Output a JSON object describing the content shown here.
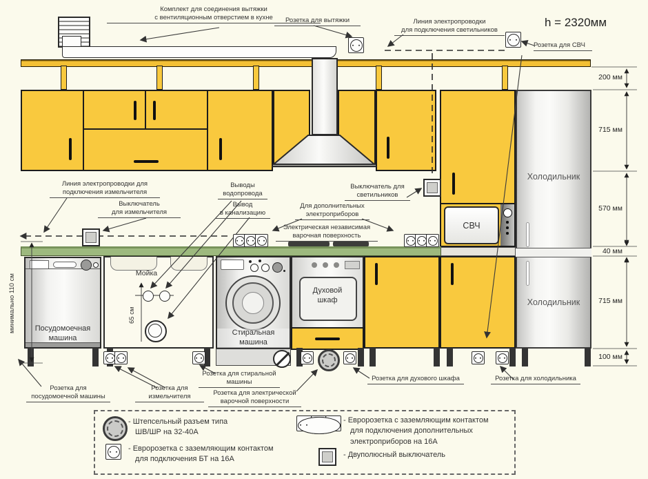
{
  "colors": {
    "cabinet": "#F9C93E",
    "countertop": "#9DB97E",
    "background": "#FBFAEC",
    "outline": "#1c1c1c",
    "appliance_gray": "#E9E9E7",
    "text": "#333333"
  },
  "header": {
    "total_height": "h = 2320мм"
  },
  "annotations": {
    "hood_kit": [
      "Комплект для соединения вытяжки",
      "с вентиляционным отверстием в кухне"
    ],
    "hood_socket": [
      "Розетка для вытяжки"
    ],
    "lights_wiring": [
      "Линия электропроводки",
      "для подключения светильников"
    ],
    "microwave_socket": [
      "Розетка для СВЧ"
    ],
    "grinder_wiring": [
      "Линия электропроводки для",
      "подключения измельчителя"
    ],
    "grinder_switch": [
      "Выключатель",
      "для измельчителя"
    ],
    "water_outlets": [
      "Выводы",
      "водопровода"
    ],
    "drain_outlet": [
      "Вывод",
      "в канализацию"
    ],
    "lights_switch": [
      "Выключатель для",
      "светильников"
    ],
    "extra_appliances": [
      "Для дополнительных",
      "электроприборов"
    ],
    "cooktop": [
      "Электрическая независимая",
      "варочная поверхность"
    ],
    "socket_dishwasher": [
      "Розетка для",
      "посудомоечной машины"
    ],
    "socket_grinder": [
      "Розетка для",
      "измельчителя"
    ],
    "socket_washer": [
      "Розетка для стиральной",
      "машины"
    ],
    "socket_cooktop": [
      "Розетка для электрической",
      "варочной поверхности"
    ],
    "socket_oven": [
      "Розетка для духового шкафа"
    ],
    "socket_fridge": [
      "Розетка для холодильника"
    ]
  },
  "appliances": {
    "sink": "Мойка",
    "dishwasher": [
      "Посудомоечная",
      "машина"
    ],
    "washer": [
      "Стиральная",
      "машина"
    ],
    "oven": [
      "Духовой",
      "шкаф"
    ],
    "microwave": "СВЧ",
    "fridge_upper": "Холодильник",
    "fridge_lower": "Холодильник"
  },
  "dimensions": {
    "right": [
      "200 мм",
      "715 мм",
      "570 мм",
      "40 мм",
      "715 мм",
      "100 мм"
    ],
    "left_min": "минимально 110 см",
    "sink_height": "65 см"
  },
  "legend": {
    "items": [
      {
        "icon": "round-connector-icon",
        "lines": [
          "- Штепсельный разъем типа",
          "ШВ/ШР на 32-40А"
        ]
      },
      {
        "icon": "euro-socket-icon",
        "lines": [
          "- Евророзетка с заземляющим контактом",
          "для подключения БТ на 16А"
        ]
      },
      {
        "icon": "triple-socket-icon",
        "lines": [
          "- Евророзетка с заземляющим контактом",
          "для подключения дополнительных",
          "электроприборов на 16А"
        ]
      },
      {
        "icon": "two-pole-switch-icon",
        "lines": [
          "- Двуполюсный выключатель"
        ]
      }
    ]
  }
}
